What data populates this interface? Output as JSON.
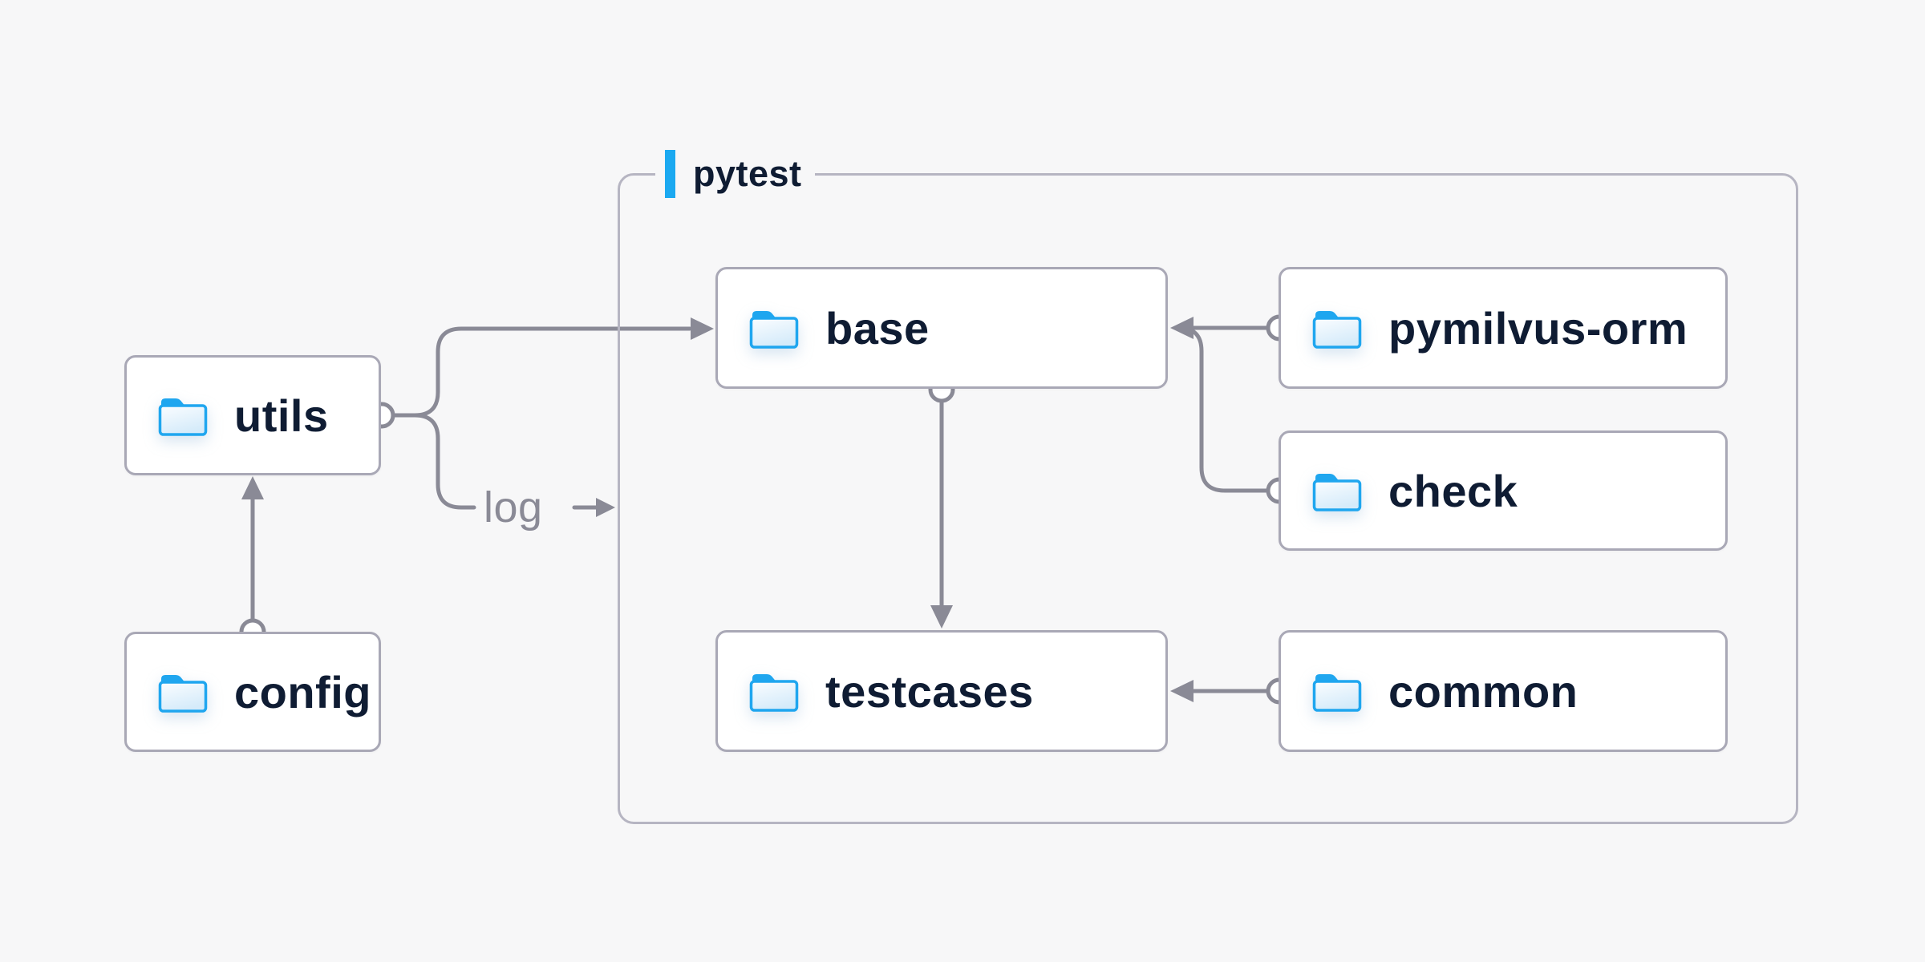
{
  "diagram": {
    "group": {
      "label": "pytest"
    },
    "nodes": {
      "utils": {
        "label": "utils"
      },
      "config": {
        "label": "config"
      },
      "base": {
        "label": "base"
      },
      "pymilvus_orm": {
        "label": "pymilvus-orm"
      },
      "check": {
        "label": "check"
      },
      "testcases": {
        "label": "testcases"
      },
      "common": {
        "label": "common"
      }
    },
    "edges": {
      "log_label": "log",
      "connections": [
        "config -> utils",
        "utils -> base",
        "utils -> log",
        "pymilvus-orm -> base",
        "check -> base",
        "base -> testcases",
        "common -> testcases"
      ]
    },
    "colors": {
      "background": "#F7F7F8",
      "node_fill": "#FFFFFF",
      "node_border": "#A9A8B6",
      "group_border": "#B6B5C2",
      "connector": "#8A8A96",
      "accent_blue": "#1BA9F1",
      "text_dark": "#0F1C33",
      "folder_blue": "#1FA6EF"
    }
  }
}
